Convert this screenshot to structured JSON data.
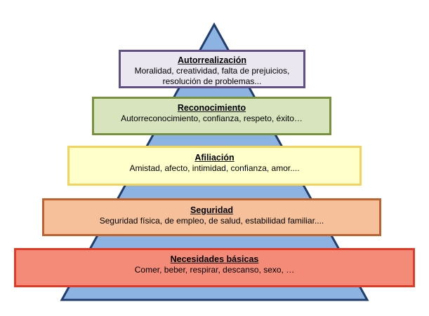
{
  "diagram": {
    "colors": {
      "pyramid_fill": "#8db3e2",
      "pyramid_stroke": "#1f3e6d"
    },
    "levels": [
      {
        "title": "Autorrealización",
        "lines": [
          "Moralidad, creatividad, falta de prejuicios,",
          "resolución de problemas..."
        ],
        "fill": "#ebe7f0",
        "border": "#5f4f86"
      },
      {
        "title": "Reconocimiento",
        "lines": [
          "Autorreconocimiento, confianza, respeto, éxito…"
        ],
        "fill": "#d7e4bd",
        "border": "#76923c"
      },
      {
        "title": "Afiliación",
        "lines": [
          "Amistad, afecto, intimidad, confianza, amor...."
        ],
        "fill": "#ffffcc",
        "border": "#f4d35a"
      },
      {
        "title": "Seguridad",
        "lines": [
          "Seguridad física, de empleo, de salud, estabilidad familiar...."
        ],
        "fill": "#f5c09a",
        "border": "#c0622b"
      },
      {
        "title": "Necesidades básicas",
        "lines": [
          "Comer, beber, respirar, descanso, sexo, …"
        ],
        "fill": "#f48a78",
        "border": "#e03b26"
      }
    ]
  }
}
